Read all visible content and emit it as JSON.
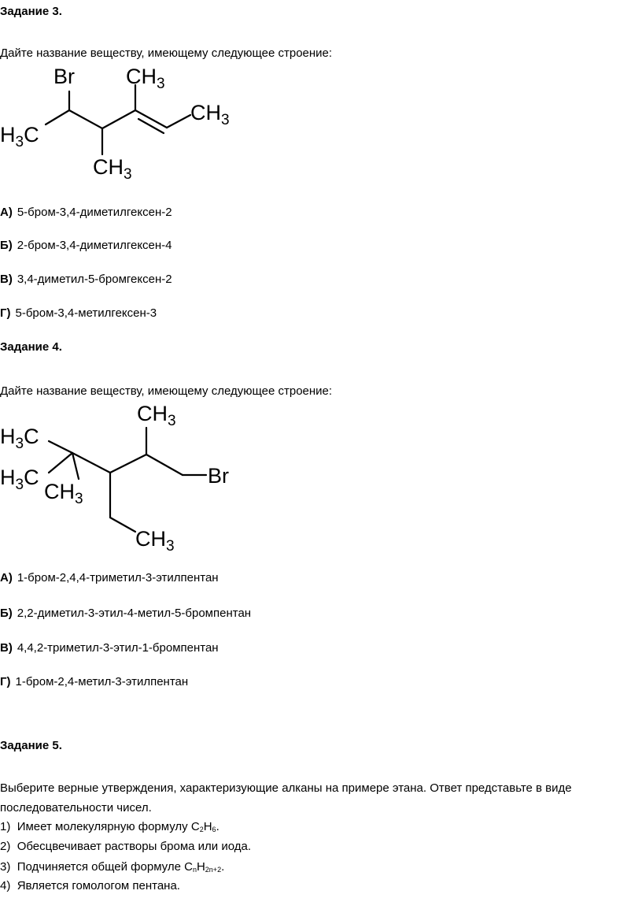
{
  "task3": {
    "title": "Задание 3.",
    "prompt": "Дайте название веществу, имеющему следующее строение:",
    "structure_labels": {
      "br": "Br",
      "ch3_top": "CH",
      "ch3_top_sub": "3",
      "ch3_right": "CH",
      "ch3_right_sub": "3",
      "h3c_h": "H",
      "h3c_sub": "3",
      "h3c_c": "C",
      "ch3_bottom": "CH",
      "ch3_bottom_sub": "3"
    },
    "options": [
      {
        "label": "А)",
        "text": "5-бром-3,4-диметилгексен-2"
      },
      {
        "label": "Б)",
        "text": "2-бром-3,4-диметилгексен-4"
      },
      {
        "label": "В)",
        "text": "3,4-диметил-5-бромгексен-2"
      },
      {
        "label": "Г)",
        "text": "5-бром-3,4-метилгексен-3"
      }
    ]
  },
  "task4": {
    "title": "Задание 4.",
    "prompt": "Дайте название веществу, имеющему следующее строение:",
    "structure_labels": {
      "ch3_top": "CH",
      "ch3_top_sub": "3",
      "h3c1_h": "H",
      "h3c1_sub": "3",
      "h3c1_c": "C",
      "h3c2_h": "H",
      "h3c2_sub": "3",
      "h3c2_c": "C",
      "ch3_mid": "CH",
      "ch3_mid_sub": "3",
      "br": "Br",
      "ch3_bottom": "CH",
      "ch3_bottom_sub": "3"
    },
    "options": [
      {
        "label": "А)",
        "text": "1-бром-2,4,4-триметил-3-этилпентан"
      },
      {
        "label": "Б)",
        "text": "2,2-диметил-3-этил-4-метил-5-бромпентан"
      },
      {
        "label": "В)",
        "text": "4,4,2-триметил-3-этил-1-бромпентан"
      },
      {
        "label": "Г)",
        "text": "1-бром-2,4-метил-3-этилпентан"
      }
    ]
  },
  "task5": {
    "title": "Задание 5.",
    "prompt_line1": "Выберите верные утверждения, характеризующие алканы на примере этана. Ответ представьте в виде",
    "prompt_line2": "последовательности чисел.",
    "statements": [
      {
        "num": "1)",
        "pre": "Имеет молекулярную формулу C",
        "sub1": "2",
        "mid": "H",
        "sub2": "6",
        "post": "."
      },
      {
        "num": "2)",
        "text": "Обесцвечивает растворы брома или иода."
      },
      {
        "num": "3)",
        "pre": "Подчиняется общей формуле C",
        "sub1": "n",
        "mid": "H",
        "sub2": "2n+2",
        "post": "."
      },
      {
        "num": "4)",
        "text": "Является гомологом пентана."
      }
    ]
  }
}
